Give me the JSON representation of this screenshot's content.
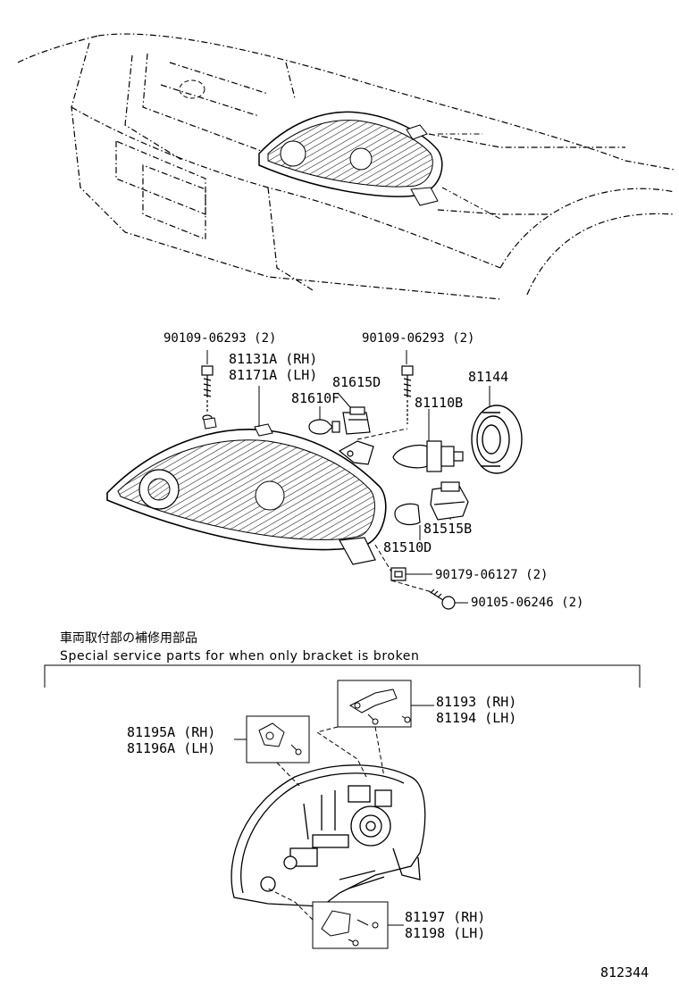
{
  "callouts": {
    "bolt_left": "90109-06293 (2)",
    "bolt_right": "90109-06293 (2)",
    "headlamp_rh": "81131A (RH)",
    "headlamp_lh": "81171A (LH)",
    "socket_small": "81615D",
    "bulb_small": "81610F",
    "cover": "81144",
    "bulb_main": "81110B",
    "socket_turn": "81515B",
    "bulb_turn": "81510D",
    "nut": "90179-06127 (2)",
    "screw": "90105-06246 (2)"
  },
  "service": {
    "title_jp": "車両取付部の補修用部品",
    "title_en": "Special service parts for when only bracket is broken",
    "bracket_top_rh": "81193 (RH)",
    "bracket_top_lh": "81194 (LH)",
    "bracket_left_rh": "81195A (RH)",
    "bracket_left_lh": "81196A (LH)",
    "bracket_bottom_rh": "81197 (RH)",
    "bracket_bottom_lh": "81198 (LH)"
  },
  "diagram_ref": "812344"
}
